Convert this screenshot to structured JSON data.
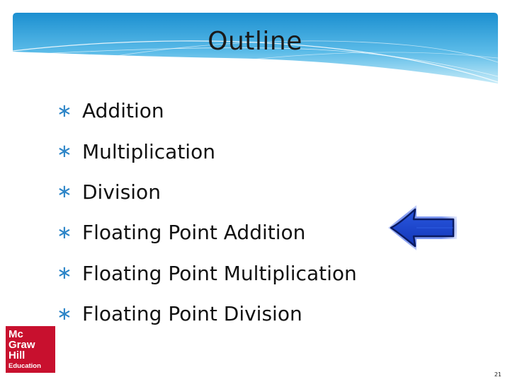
{
  "title": "Outline",
  "bullet_icon": "asterisk-bullet",
  "bullets": [
    "Addition",
    "Multiplication",
    "Division",
    "Floating Point Addition",
    "Floating Point Multiplication",
    "Floating Point Division"
  ],
  "pointer": {
    "icon": "left-arrow-icon",
    "points_to_item": "Floating Point Addition"
  },
  "logo": {
    "line1": "Mc",
    "line2": "Graw",
    "line3": "Hill",
    "line4": "Education",
    "color": "#c8102e"
  },
  "page_number": "21",
  "colors": {
    "banner_light": "#aee0f5",
    "banner_dark": "#1b8fd0",
    "bullet": "#2e86c8",
    "arrow": "#1740c8"
  }
}
